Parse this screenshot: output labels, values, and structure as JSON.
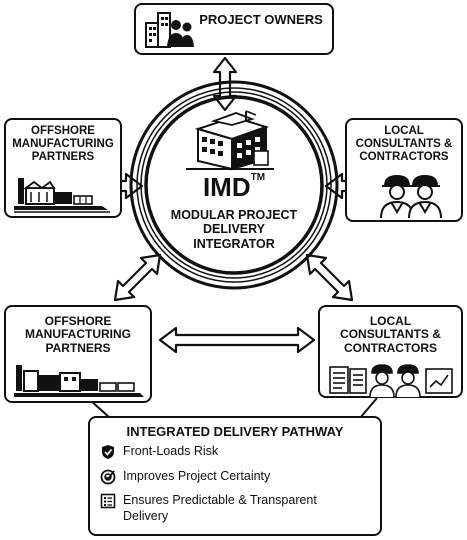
{
  "top": {
    "label": "PROJECT OWNERS"
  },
  "center": {
    "title": "IMD",
    "trademark": "TM",
    "subtitle_lines": [
      "MODULAR PROJECT",
      "DELIVERY",
      "INTEGRATOR"
    ]
  },
  "left_upper": {
    "label_lines": [
      "OFFSHORE",
      "MANUFACTURING",
      "PARTNERS"
    ]
  },
  "right_upper": {
    "label_lines": [
      "LOCAL",
      "CONSULTANTS &",
      "CONTRACTORS"
    ]
  },
  "left_lower": {
    "label_lines": [
      "OFFSHORE",
      "MANUFACTURING",
      "PARTNERS"
    ]
  },
  "right_lower": {
    "label_lines": [
      "LOCAL",
      "CONSULTANTS &",
      "CONTRACTORS"
    ]
  },
  "pathway": {
    "title": "INTEGRATED DELIVERY PATHWAY",
    "items": [
      {
        "text": "Front-Loads Risk",
        "icon": "shield-check-icon"
      },
      {
        "text": "Improves Project Certainty",
        "icon": "target-check-icon"
      },
      {
        "text_line1": "Ensures Predictable & Transparent",
        "text_line2": "Delivery",
        "icon": "checklist-icon"
      }
    ]
  },
  "colors": {
    "ink": "#111111",
    "background": "#ffffff"
  }
}
